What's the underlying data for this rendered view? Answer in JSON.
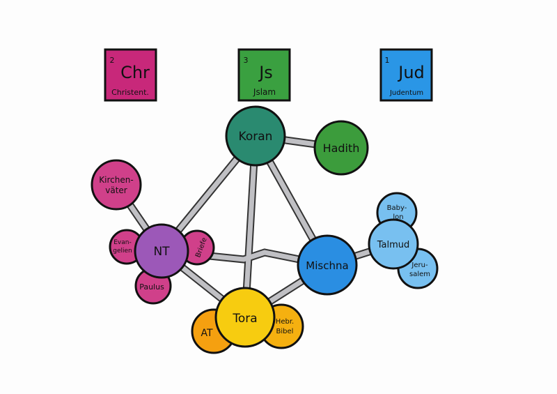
{
  "elements": [
    {
      "symbol": "Chr",
      "number": "2",
      "name": "Christent.",
      "color": "#c8287a"
    },
    {
      "symbol": "Js",
      "number": "3",
      "name": "Jslam",
      "color": "#3aa040"
    },
    {
      "symbol": "Jud",
      "number": "1",
      "name": "Judentum",
      "color": "#2a96e6"
    }
  ],
  "atoms": {
    "koran": "Koran",
    "hadith": "Hadith",
    "kirchenvaeter1": "Kirchen-",
    "kirchenvaeter2": "väter",
    "nt": "NT",
    "evangelien1": "Evan-",
    "evangelien2": "gelien",
    "briefe": "Briefe",
    "paulus": "Paulus",
    "mischna": "Mischna",
    "babylon1": "Baby-",
    "babylon2": "lon",
    "talmud": "Talmud",
    "jerusalem1": "Jeru-",
    "jerusalem2": "salem",
    "tora": "Tora",
    "at": "AT",
    "hebr1": "Hebr.",
    "hebr2": "Bibel"
  },
  "colors": {
    "koran": "#2a8a70",
    "hadith": "#3c9c3c",
    "pink": "#d0408a",
    "nt": "#9c58b8",
    "mischna": "#2a8ee2",
    "talmud": "#78c0f0",
    "tora": "#f7cc10",
    "orange": "#f5a010",
    "bond": "#b8b8bc"
  }
}
